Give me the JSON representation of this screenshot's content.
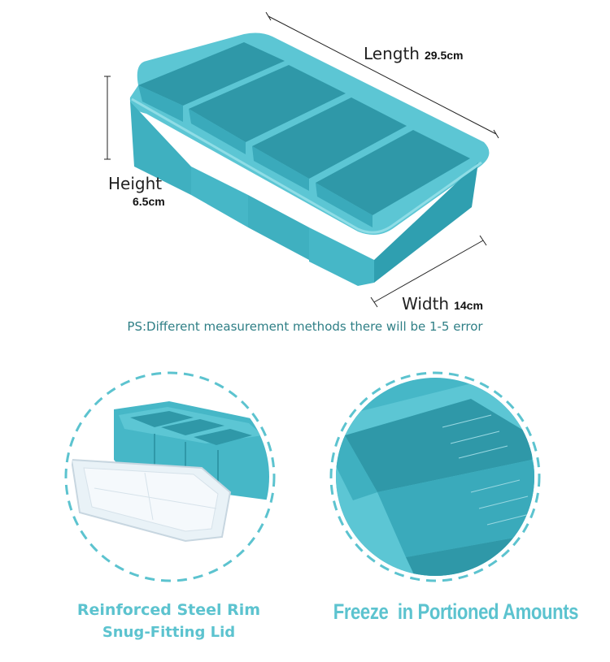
{
  "dimensions": {
    "length_label": "Length",
    "length_value": "29.5cm",
    "height_label": "Height",
    "height_value": "6.5cm",
    "width_label": "Width",
    "width_value": "14cm"
  },
  "note": "PS:Different measurement methods there will be 1-5 error",
  "features": {
    "left_title": "Reinforced Steel Rim",
    "left_subtitle": "Snug-Fitting Lid",
    "right_title": "Freeze  in Portioned Amounts"
  },
  "colors": {
    "tray": "#46b7c7",
    "tray_dark": "#2f98a8",
    "tray_light": "#7fd3de",
    "dashed_circle": "#5cc3cf",
    "caption": "#5cc3cf",
    "note_text": "#2f7f86"
  }
}
